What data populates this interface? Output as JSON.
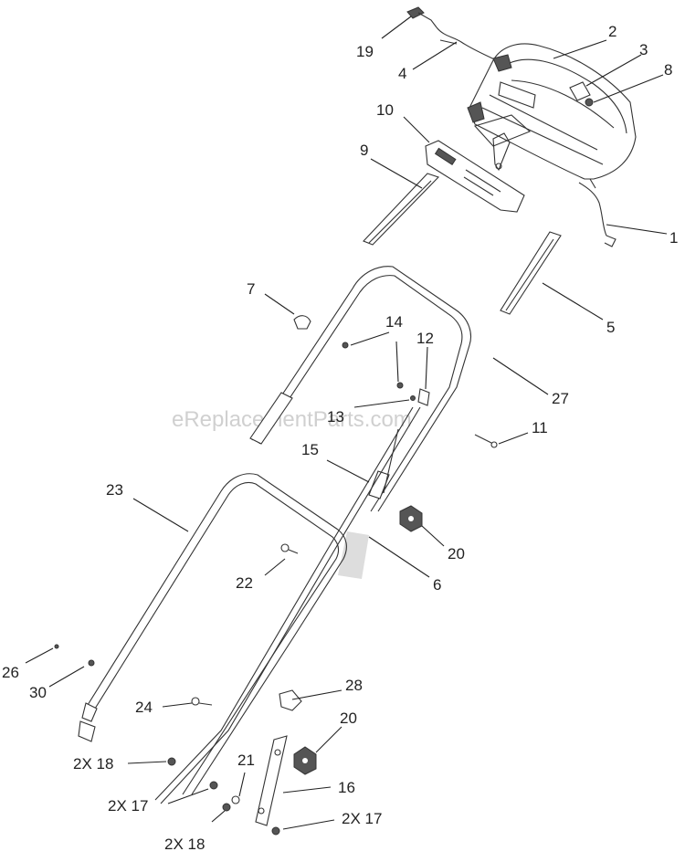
{
  "watermark": "eReplacementParts.com",
  "callouts": [
    {
      "id": "c19",
      "text": "19"
    },
    {
      "id": "c4",
      "text": "4"
    },
    {
      "id": "c2",
      "text": "2"
    },
    {
      "id": "c3",
      "text": "3"
    },
    {
      "id": "c8",
      "text": "8"
    },
    {
      "id": "c10",
      "text": "10"
    },
    {
      "id": "c9",
      "text": "9"
    },
    {
      "id": "c1",
      "text": "1"
    },
    {
      "id": "c7",
      "text": "7"
    },
    {
      "id": "c5",
      "text": "5"
    },
    {
      "id": "c14",
      "text": "14"
    },
    {
      "id": "c12",
      "text": "12"
    },
    {
      "id": "c27",
      "text": "27"
    },
    {
      "id": "c13",
      "text": "13"
    },
    {
      "id": "c11",
      "text": "11"
    },
    {
      "id": "c15",
      "text": "15"
    },
    {
      "id": "c23",
      "text": "23"
    },
    {
      "id": "c20a",
      "text": "20"
    },
    {
      "id": "c22",
      "text": "22"
    },
    {
      "id": "c6",
      "text": "6"
    },
    {
      "id": "c26",
      "text": "26"
    },
    {
      "id": "c30",
      "text": "30"
    },
    {
      "id": "c28",
      "text": "28"
    },
    {
      "id": "c24",
      "text": "24"
    },
    {
      "id": "c20b",
      "text": "20"
    },
    {
      "id": "c18a",
      "text": "2X 18"
    },
    {
      "id": "c21",
      "text": "21"
    },
    {
      "id": "c16",
      "text": "16"
    },
    {
      "id": "c17a",
      "text": "2X 17"
    },
    {
      "id": "c17b",
      "text": "2X 17"
    },
    {
      "id": "c18b",
      "text": "2X 18"
    }
  ]
}
